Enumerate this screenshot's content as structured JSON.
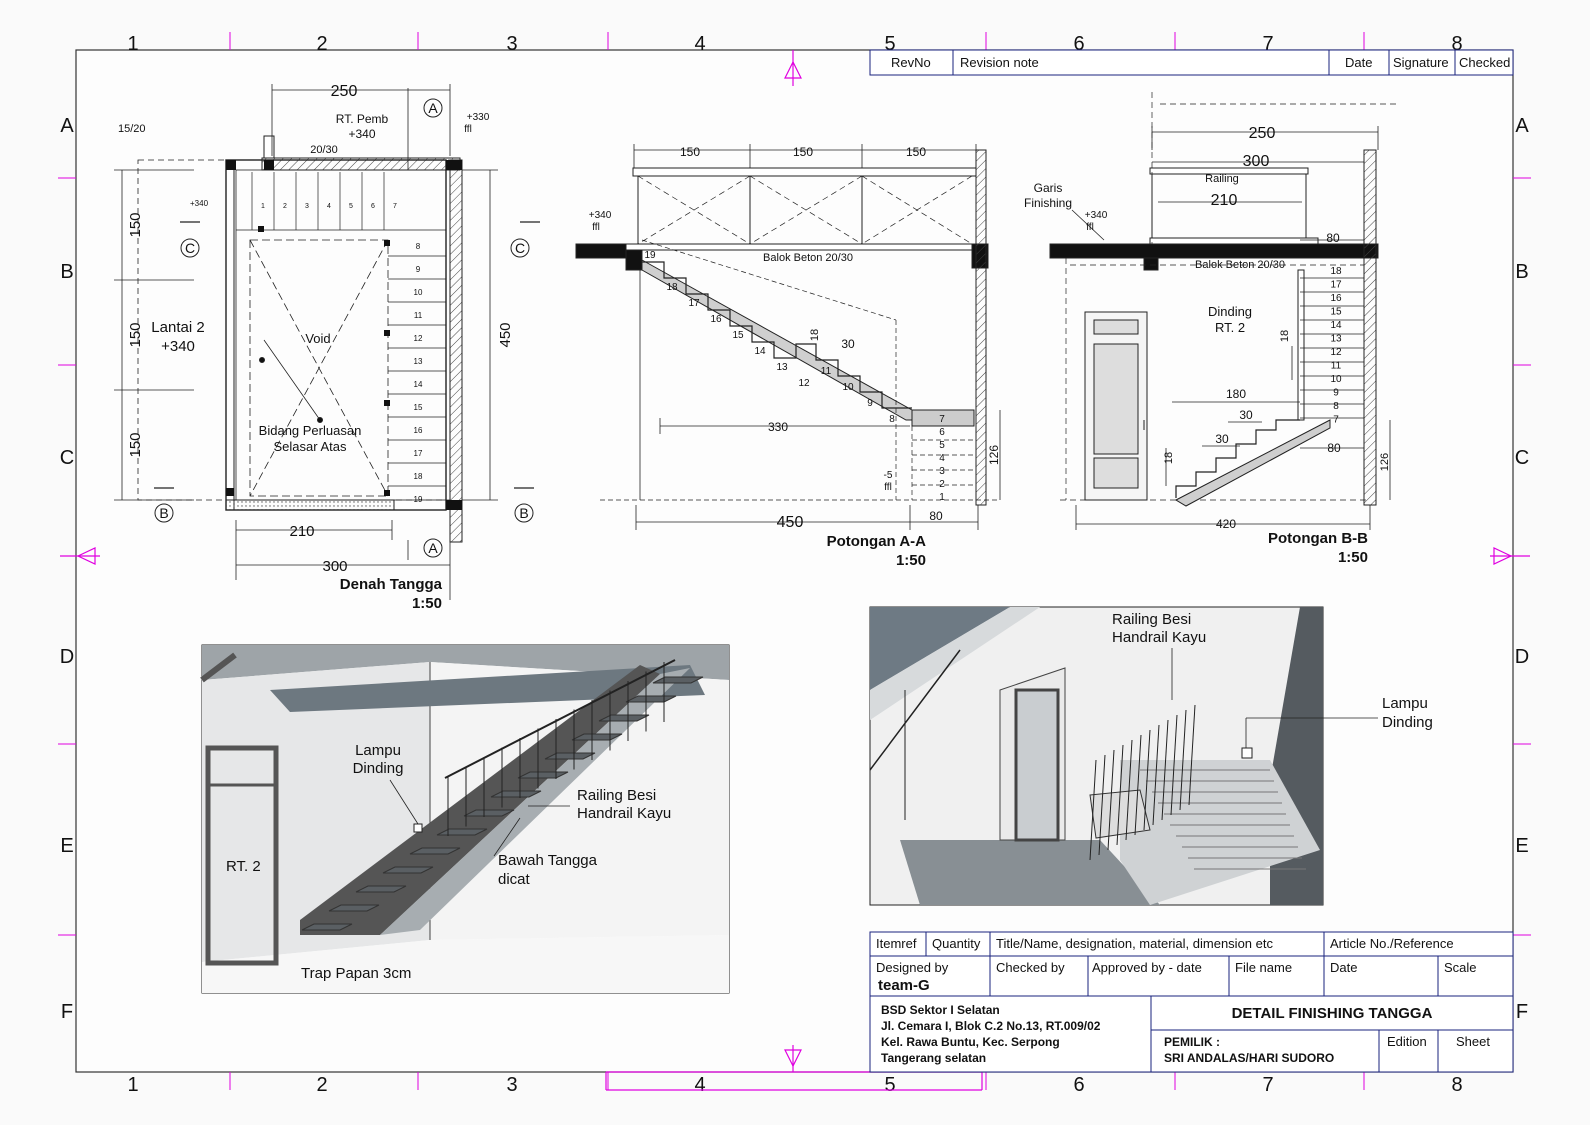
{
  "grid": {
    "columns": [
      "1",
      "2",
      "3",
      "4",
      "5",
      "6",
      "7",
      "8"
    ],
    "rows": [
      "A",
      "B",
      "C",
      "D",
      "E",
      "F"
    ]
  },
  "revision": {
    "headers": [
      "RevNo",
      "Revision note",
      "Date",
      "Signature",
      "Checked"
    ]
  },
  "plan": {
    "title": "Denah Tangga",
    "scale": "1:50",
    "top_dim": "250",
    "bottom_dim_inner": "210",
    "bottom_dim_outer": "300",
    "right_dim": "450",
    "left_dims": [
      "150",
      "150",
      "150"
    ],
    "label_floor": "Lantai 2",
    "label_floor_level": "+340",
    "label_void": "Void",
    "label_area_line1": "Bidang Perluasan",
    "label_area_line2": "Selasar Atas",
    "label_rt": "RT. Pemb",
    "label_rt_level": "+340",
    "label_ffl_level": "+330",
    "label_ffl": "ffl",
    "label_beam": "20/30",
    "label_col": "15/20",
    "label_lvl_small": "+340",
    "section_A": "A",
    "section_B": "B",
    "section_C": "C",
    "steps_top": [
      "1",
      "2",
      "3",
      "4",
      "5",
      "6",
      "7"
    ],
    "steps_side": [
      "8",
      "9",
      "10",
      "11",
      "12",
      "13",
      "14",
      "15",
      "16",
      "17",
      "18",
      "19"
    ]
  },
  "section_aa": {
    "title": "Potongan A-A",
    "scale": "1:50",
    "top_dims": [
      "150",
      "150",
      "150"
    ],
    "level_top": "+340",
    "level_top_ffl": "ffl",
    "beam": "Balok Beton 20/30",
    "dim_run": "330",
    "dim_total": "450",
    "dim_landing": "80",
    "dim_h": "126",
    "dim_tread": "30",
    "dim_riser": "18",
    "level_bottom": "-5",
    "level_bottom_ffl": "ffl",
    "upper_steps": [
      "19",
      "18",
      "17",
      "16",
      "15",
      "14",
      "13",
      "12"
    ],
    "lower_steps": [
      "11",
      "10",
      "9",
      "8"
    ],
    "landing_steps": [
      "7",
      "6",
      "5",
      "4",
      "3",
      "2",
      "1"
    ]
  },
  "section_bb": {
    "title": "Potongan B-B",
    "scale": "1:50",
    "dim_250": "250",
    "dim_300": "300",
    "dim_210": "210",
    "railing": "Railing",
    "garis1": "Garis",
    "garis2": "Finishing",
    "level_top": "+340",
    "level_top_ffl": "ffl",
    "beam": "Balok Beton 20/30",
    "dim_80_top": "80",
    "dinding1": "Dinding",
    "dinding2": "RT. 2",
    "dim_180": "180",
    "dim_30a": "30",
    "dim_30b": "30",
    "dim_18a": "18",
    "dim_18b": "18",
    "dim_80_low": "80",
    "dim_126": "126",
    "dim_420": "420",
    "steps": [
      "18",
      "17",
      "16",
      "15",
      "14",
      "13",
      "12",
      "11",
      "10",
      "9",
      "8",
      "7"
    ]
  },
  "persp1": {
    "lampu1": "Lampu",
    "lampu2": "Dinding",
    "railing1": "Railing Besi",
    "railing2": "Handrail Kayu",
    "bawah1": "Bawah Tangga",
    "bawah2": "dicat",
    "rt": "RT. 2",
    "trap": "Trap Papan 3cm"
  },
  "persp2": {
    "railing1": "Railing Besi",
    "railing2": "Handrail Kayu",
    "lampu1": "Lampu",
    "lampu2": "Dinding"
  },
  "titleblock": {
    "itemref": "Itemref",
    "quantity": "Quantity",
    "title_name": "Title/Name, designation, material, dimension etc",
    "article": "Article No./Reference",
    "designed_by": "Designed by",
    "designer": "team-G",
    "checked_by": "Checked by",
    "approved_by": "Approved by - date",
    "file_name": "File name",
    "date": "Date",
    "scale": "Scale",
    "address1": "BSD Sektor I Selatan",
    "address2": "Jl. Cemara I, Blok C.2 No.13, RT.009/02",
    "address3": "Kel. Rawa Buntu, Kec. Serpong",
    "address4": "Tangerang selatan",
    "drawing_title": "DETAIL FINISHING TANGGA",
    "owner_label": "PEMILIK :",
    "owner": "SRI ANDALAS/HARI SUDORO",
    "edition": "Edition",
    "sheet": "Sheet"
  },
  "colors": {
    "zone": "#e000e0",
    "frame": "#333333",
    "wall_dark": "#6f7d87",
    "wall_light": "#d9dde0",
    "floor": "#8a959c"
  }
}
